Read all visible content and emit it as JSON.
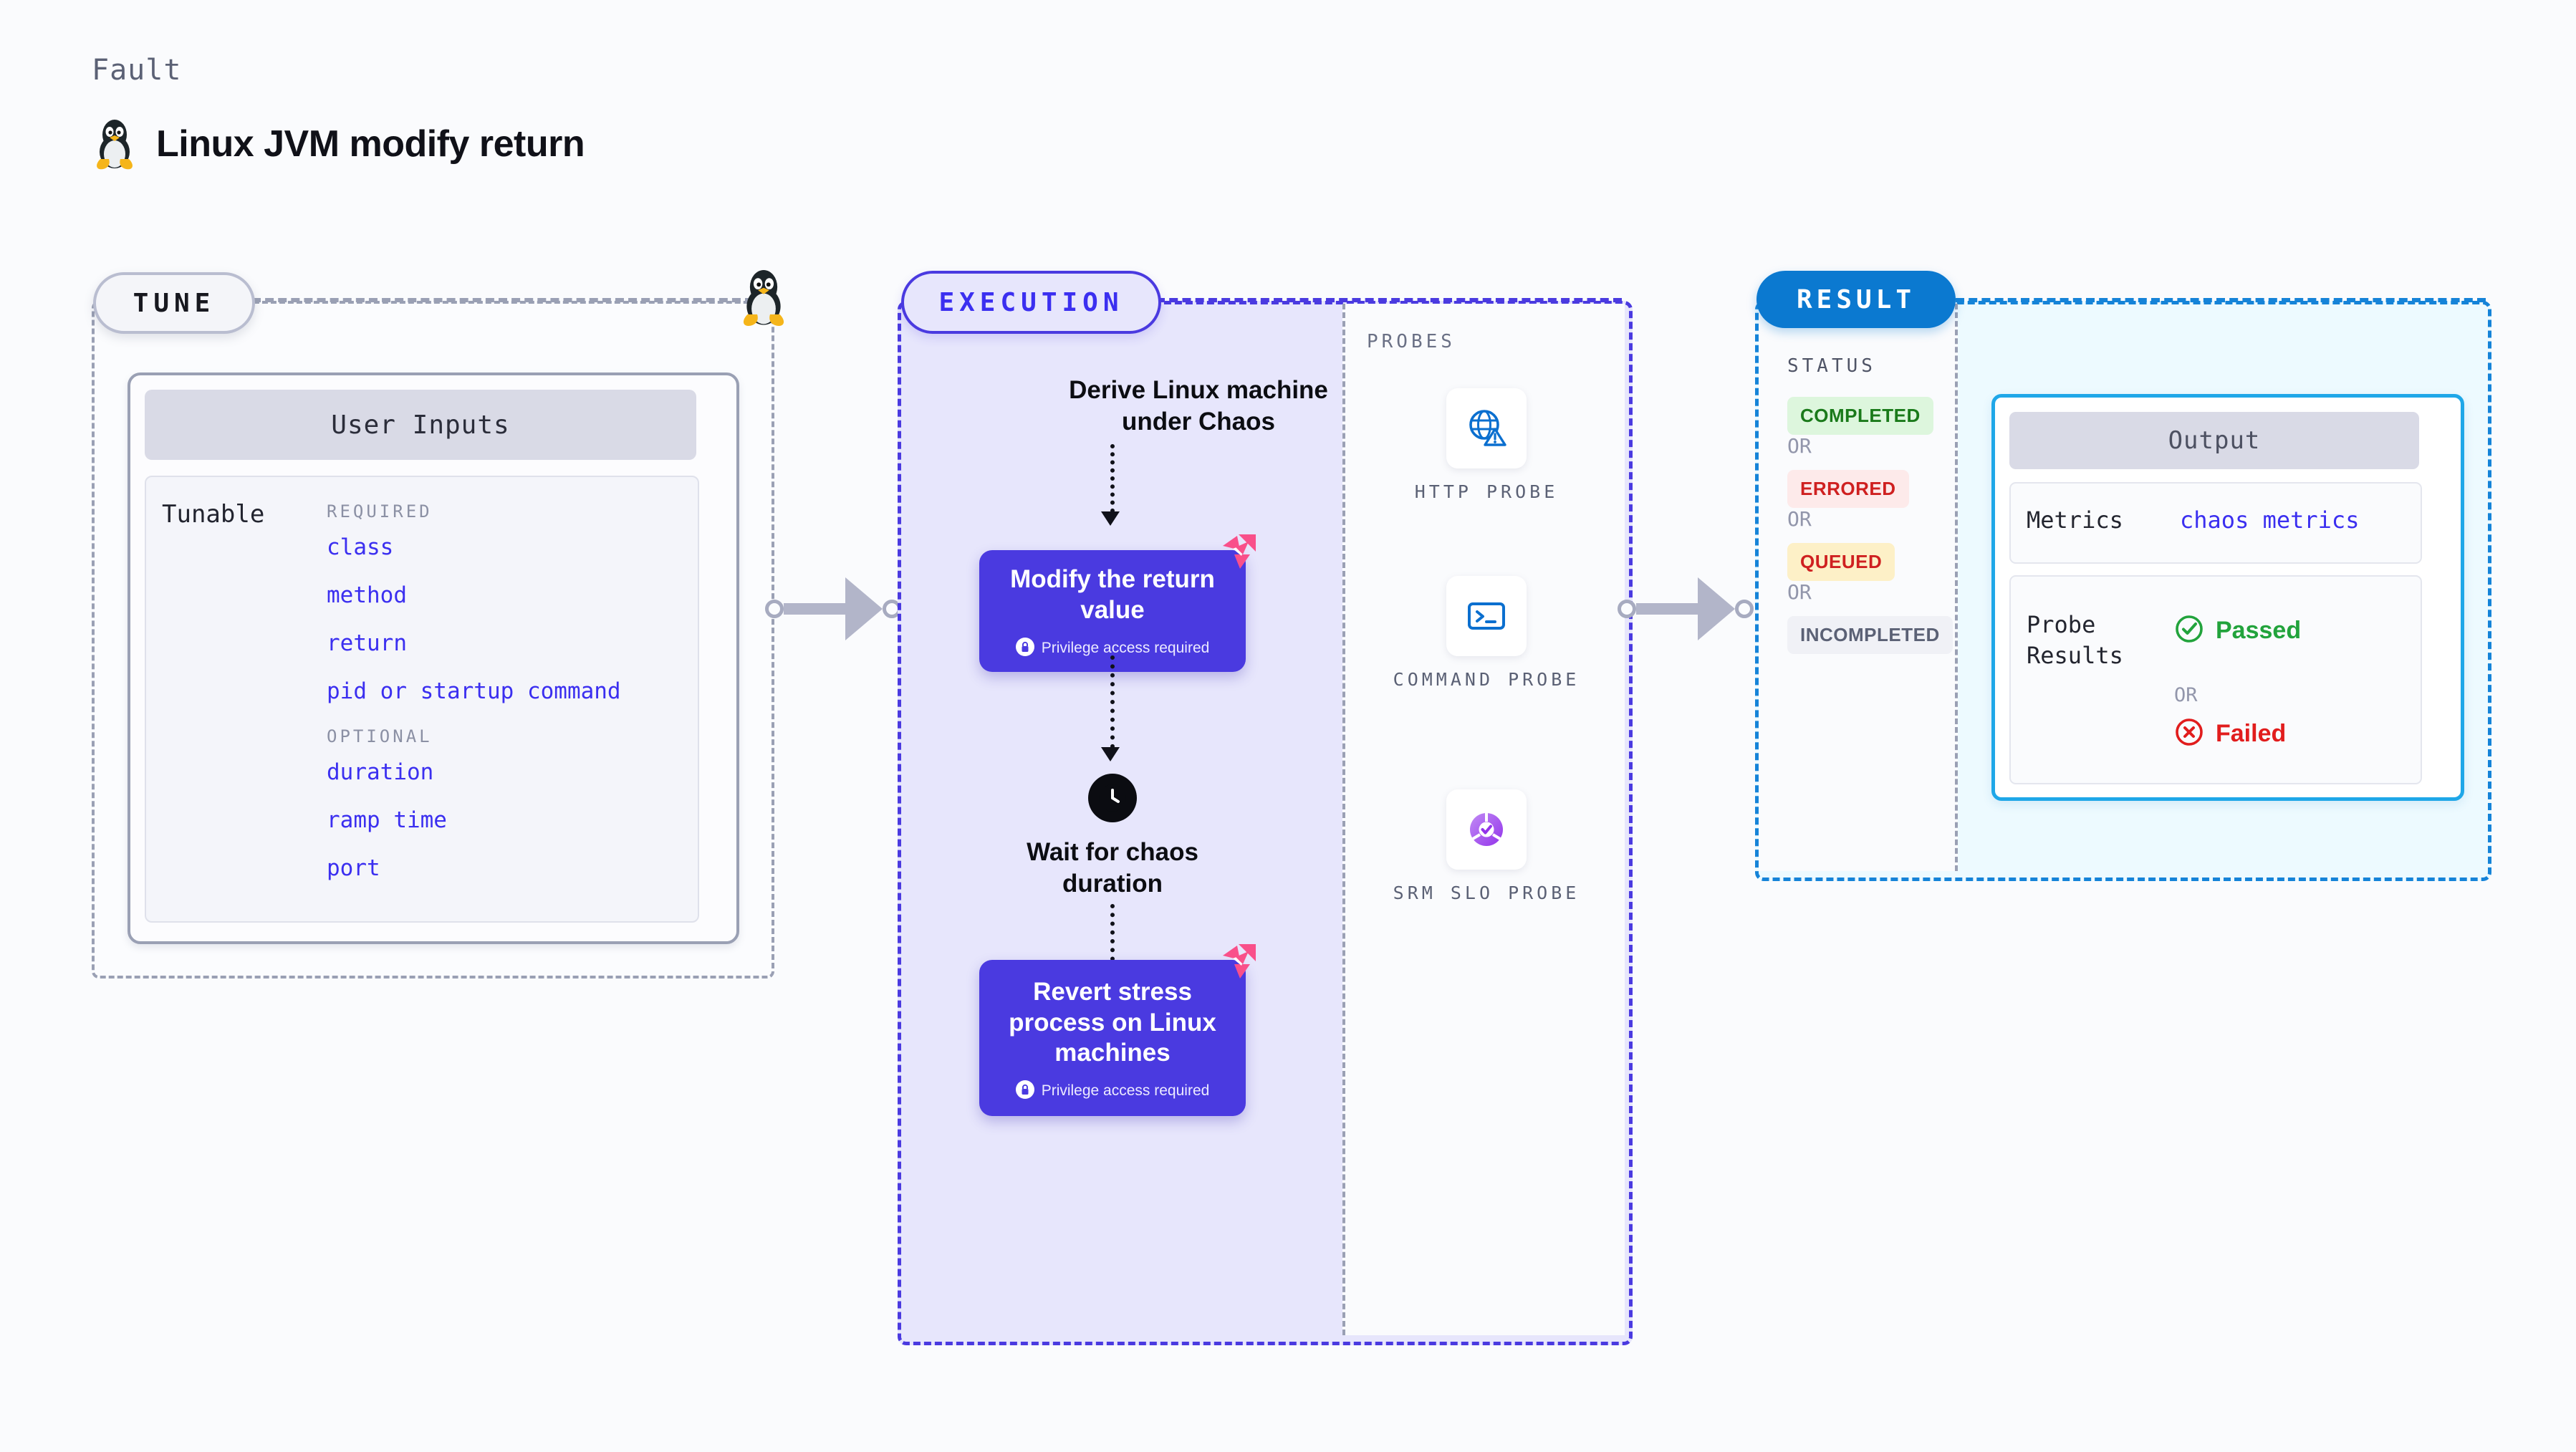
{
  "header": {
    "eyebrow": "Fault",
    "title": "Linux JVM modify return",
    "icon": "linux-tux-icon"
  },
  "tune": {
    "badge": "TUNE",
    "tux_icon": "linux-tux-icon",
    "card_title": "User Inputs",
    "tunable_label": "Tunable",
    "groups": [
      {
        "heading": "REQUIRED",
        "items": [
          "class",
          "method",
          "return",
          "pid or startup command"
        ]
      },
      {
        "heading": "OPTIONAL",
        "items": [
          "duration",
          "ramp time",
          "port"
        ]
      }
    ]
  },
  "execution": {
    "badge": "EXECUTION",
    "steps": [
      {
        "kind": "text",
        "label": "Derive Linux machine\nunder Chaos"
      },
      {
        "kind": "node",
        "label": "Modify the return value",
        "note": "Privilege access required",
        "lock_icon": "lock-icon",
        "brand_icon": "litmus-logo-icon"
      },
      {
        "kind": "wait",
        "label": "Wait for chaos\nduration",
        "icon": "clock-icon"
      },
      {
        "kind": "node",
        "label": "Revert stress process on Linux machines",
        "note": "Privilege access required",
        "lock_icon": "lock-icon",
        "brand_icon": "litmus-logo-icon"
      }
    ]
  },
  "probes": {
    "title": "PROBES",
    "items": [
      {
        "name": "HTTP PROBE",
        "icon": "globe-warning-icon"
      },
      {
        "name": "COMMAND PROBE",
        "icon": "terminal-icon"
      },
      {
        "name": "SRM SLO PROBE",
        "icon": "slo-donut-check-icon"
      }
    ]
  },
  "result": {
    "badge": "RESULT",
    "status_title": "STATUS",
    "or_label": "OR",
    "statuses": [
      {
        "label": "COMPLETED",
        "bg": "#ddf6dd",
        "fg": "#1a7a1a"
      },
      {
        "label": "ERRORED",
        "bg": "#fdeaea",
        "fg": "#cf2020"
      },
      {
        "label": "QUEUED",
        "bg": "#fdf0c7",
        "fg": "#cf2020"
      },
      {
        "label": "INCOMPLETED",
        "bg": "#f0f1f6",
        "fg": "#5b6175"
      }
    ],
    "output": {
      "title": "Output",
      "metrics_label": "Metrics",
      "metrics_value": "chaos metrics",
      "probe_results_label": "Probe\nResults",
      "passed_label": "Passed",
      "passed_icon": "check-circle-icon",
      "failed_label": "Failed",
      "failed_icon": "x-circle-icon",
      "or_label": "OR"
    }
  },
  "colors": {
    "accent_purple": "#4a3ae0",
    "accent_blue": "#0b79d0",
    "brand_pink": "#f9508a",
    "tune_gray": "#9aa0b4",
    "link_blue": "#3b2ff0"
  }
}
